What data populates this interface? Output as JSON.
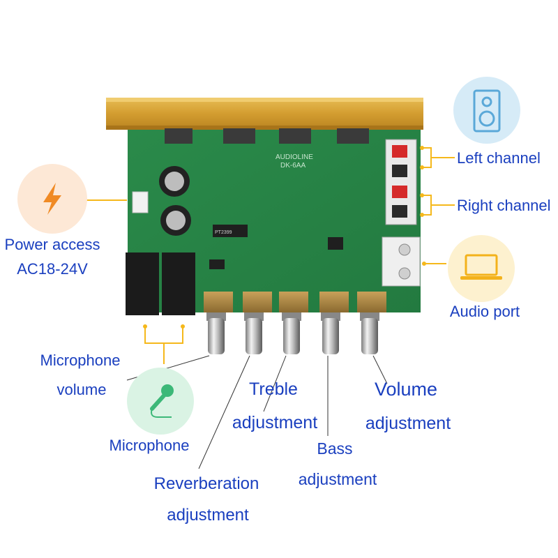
{
  "labels": {
    "left_channel": "Left channel",
    "right_channel": "Right channel",
    "power_access": "Power access",
    "power_voltage": "AC18-24V",
    "audio_port": "Audio port",
    "microphone_volume_1": "Microphone",
    "microphone_volume_2": "volume",
    "microphone": "Microphone",
    "treble_1": "Treble",
    "treble_2": "adjustment",
    "volume_1": "Volume",
    "volume_2": "adjustment",
    "bass_1": "Bass",
    "bass_2": "adjustment",
    "reverb_1": "Reverberation",
    "reverb_2": "adjustment"
  },
  "board_silkscreen": {
    "brand": "AUDIOLINE",
    "model": "DK-6AA",
    "chip": "PT2399"
  },
  "icons": {
    "power": "lightning-bolt-icon",
    "speaker": "speaker-icon",
    "audio_port": "laptop-icon",
    "microphone": "microphone-icon"
  },
  "colors": {
    "label_text": "#1a3fbf",
    "connector_line": "#f5b81b",
    "power_icon_bg": "#fde8d6",
    "power_icon_fg": "#f08a24",
    "speaker_icon_bg": "#d6ebf7",
    "speaker_icon_fg": "#5aa8d8",
    "laptop_icon_bg": "#fdf1cf",
    "laptop_icon_fg": "#f3b21b",
    "mic_icon_bg": "#daf3e4",
    "mic_icon_fg": "#3cb878",
    "pcb": "#2f8f4e",
    "heatsink": "#d9a534"
  }
}
